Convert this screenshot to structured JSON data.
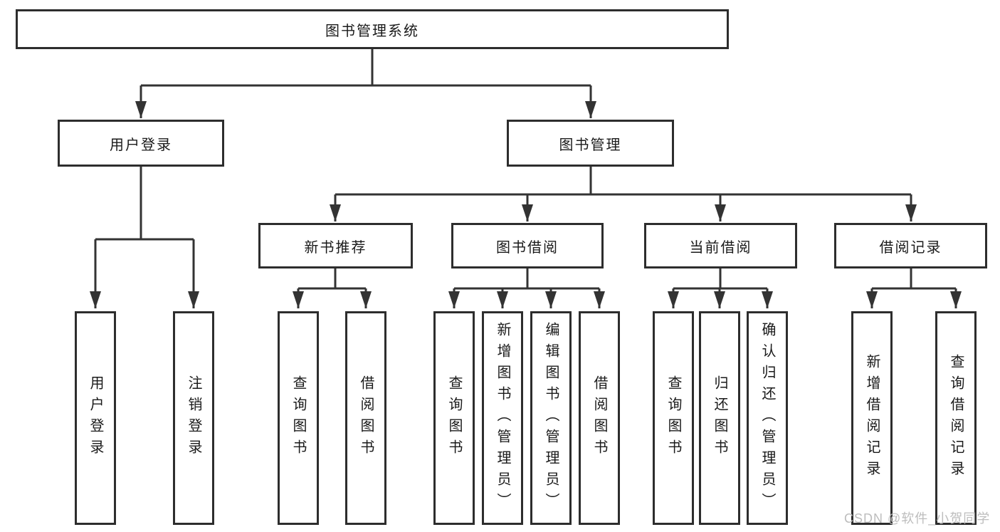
{
  "tree": {
    "root": {
      "label": "图书管理系统"
    },
    "branches": [
      {
        "label": "用户登录",
        "children": [
          {
            "label": "用户登录"
          },
          {
            "label": "注销登录"
          }
        ]
      },
      {
        "label": "图书管理",
        "children": [
          {
            "label": "新书推荐",
            "children": [
              {
                "label": "查询图书"
              },
              {
                "label": "借阅图书"
              }
            ]
          },
          {
            "label": "图书借阅",
            "children": [
              {
                "label": "查询图书"
              },
              {
                "label": "新增图书（管理员）"
              },
              {
                "label": "编辑图书（管理员）"
              },
              {
                "label": "借阅图书"
              }
            ]
          },
          {
            "label": "当前借阅",
            "children": [
              {
                "label": "查询图书"
              },
              {
                "label": "归还图书"
              },
              {
                "label": "确认归还（管理员）"
              }
            ]
          },
          {
            "label": "借阅记录",
            "children": [
              {
                "label": "新增借阅记录"
              },
              {
                "label": "查询借阅记录"
              }
            ]
          }
        ]
      }
    ]
  },
  "watermark": {
    "text": "CSDN @软件_小贺同学"
  },
  "colors": {
    "line": "#333333",
    "border": "#2d2d2d",
    "text": "#1a1a1a",
    "watermark": "#bdbdbd"
  }
}
